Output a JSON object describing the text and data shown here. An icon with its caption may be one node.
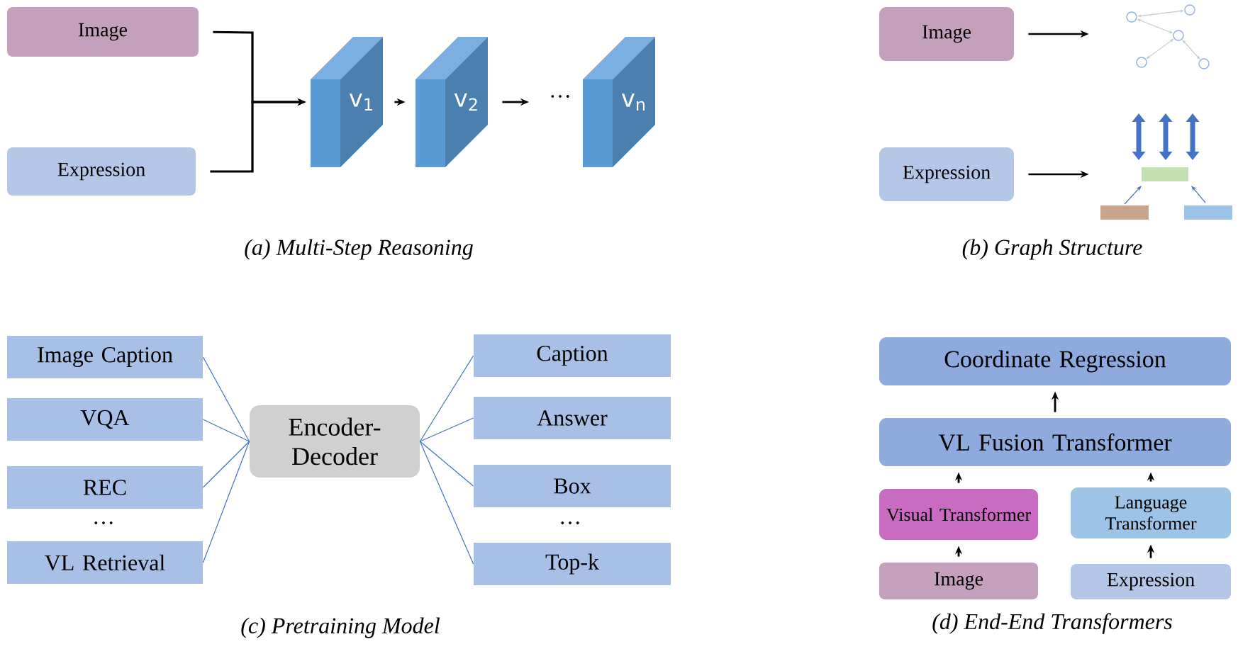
{
  "diagram": {
    "nodes": [
      {
        "text": [
          "Image"
        ]
      },
      {
        "text": [
          "Expression"
        ]
      },
      {
        "text": [
          "v$_{1}$"
        ]
      },
      {
        "text": [
          "v$_{2}$"
        ]
      },
      {
        "text": [
          "v$_{n}$"
        ]
      },
      {
        "text": [
          "Image"
        ]
      },
      {
        "text": [
          "Expression"
        ]
      },
      {
        "text": [],
        "shape": "picture"
      },
      {
        "text": [],
        "shape": "picture"
      },
      {
        "text": [
          "Image Caption"
        ]
      },
      {
        "text": [
          "VQA"
        ]
      },
      {
        "text": [
          "REC"
        ]
      },
      {
        "text": [
          "VL Retrieval"
        ]
      },
      {
        "text": [
          "Encoder-Decoder"
        ]
      },
      {
        "text": [
          "Caption"
        ]
      },
      {
        "text": [
          "Answer"
        ]
      },
      {
        "text": [
          "Box"
        ]
      },
      {
        "text": [
          "Top-k"
        ]
      },
      {
        "text": [
          "Coordinate Regression"
        ]
      },
      {
        "text": [
          "VL Fusion Transformer"
        ]
      },
      {
        "text": [
          "Visual Transformer"
        ]
      },
      {
        "text": [
          "Language Transformer"
        ]
      },
      {
        "text": [
          "Image"
        ]
      },
      {
        "text": [
          "Expression"
        ]
      }
    ],
    "edges": [
      {
        "from": 0,
        "to": 2,
        "arrow": "to"
      },
      {
        "from": 1,
        "to": 2,
        "arrow": "to"
      },
      {
        "from": 2,
        "to": 3,
        "arrow": "to"
      },
      {
        "from": 3,
        "to": null,
        "arrow": "to"
      },
      {
        "from": 5,
        "to": 7,
        "arrow": "to"
      },
      {
        "from": 6,
        "to": 8,
        "arrow": "to"
      },
      {
        "from": 9,
        "to": 13,
        "arrow": "none",
        "color": "#4472c4"
      },
      {
        "from": 10,
        "to": 13,
        "arrow": "none",
        "color": "#4472c4"
      },
      {
        "from": 11,
        "to": 13,
        "arrow": "none",
        "color": "#4472c4"
      },
      {
        "from": 12,
        "to": 13,
        "arrow": "none",
        "color": "#4472c4"
      },
      {
        "from": 13,
        "to": 14,
        "arrow": "none",
        "color": "#4472c4"
      },
      {
        "from": 13,
        "to": 15,
        "arrow": "none",
        "color": "#4472c4"
      },
      {
        "from": 13,
        "to": 16,
        "arrow": "none",
        "color": "#4472c4"
      },
      {
        "from": 13,
        "to": 17,
        "arrow": "none",
        "color": "#4472c4"
      },
      {
        "from": 22,
        "to": 20,
        "arrow": "to"
      },
      {
        "from": 23,
        "to": 21,
        "arrow": "to"
      },
      {
        "from": 20,
        "to": 19,
        "arrow": "to"
      },
      {
        "from": 21,
        "to": 19,
        "arrow": "to"
      },
      {
        "from": 19,
        "to": 18,
        "arrow": "to"
      }
    ],
    "labels": [
      "…",
      "(a) Multi-Step Reasoning",
      "(b) Graph Structure",
      "…",
      "…",
      "(c) Pretraining Model",
      "(d) End-End Transformers"
    ]
  }
}
